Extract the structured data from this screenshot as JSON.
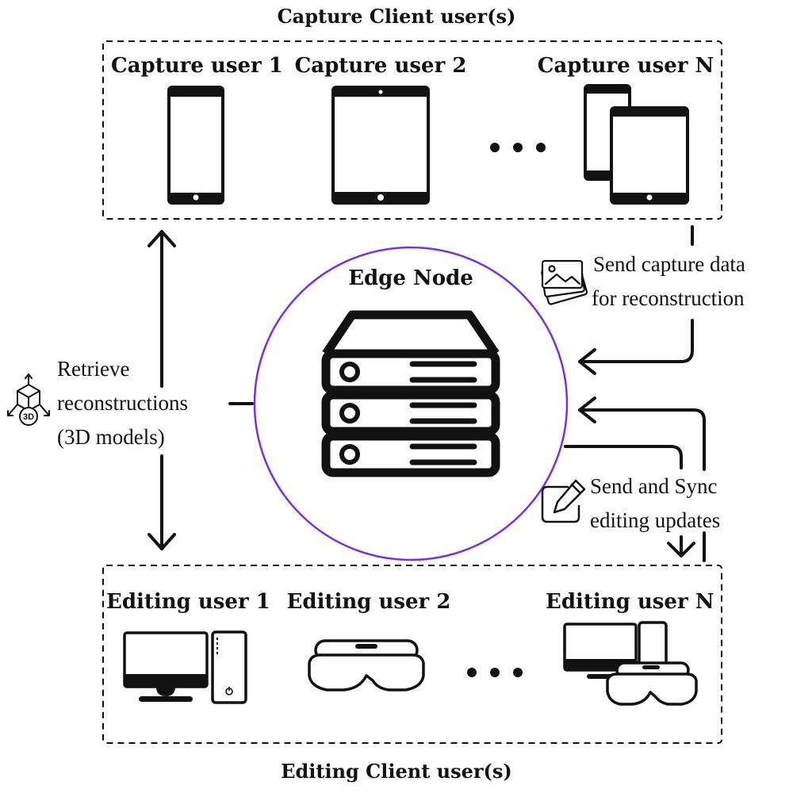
{
  "capture_group": {
    "title": "Capture Client user(s)",
    "users": [
      "Capture user 1",
      "Capture user 2",
      "Capture user N"
    ],
    "ellipsis": "• • •"
  },
  "editing_group": {
    "title": "Editing Client user(s)",
    "users": [
      "Editing user 1",
      "Editing user 2",
      "Editing user N"
    ],
    "ellipsis": "• • •"
  },
  "edge_node": {
    "label": "Edge Node",
    "accent_color": "#7b2fe0"
  },
  "flows": {
    "send_capture": [
      "Send capture data",
      "for reconstruction"
    ],
    "retrieve": [
      "Retrieve",
      "reconstructions",
      "(3D models)"
    ],
    "sync_edits": [
      "Send and Sync",
      "editing updates"
    ]
  },
  "icons": {
    "retrieve_badge": "3D"
  }
}
